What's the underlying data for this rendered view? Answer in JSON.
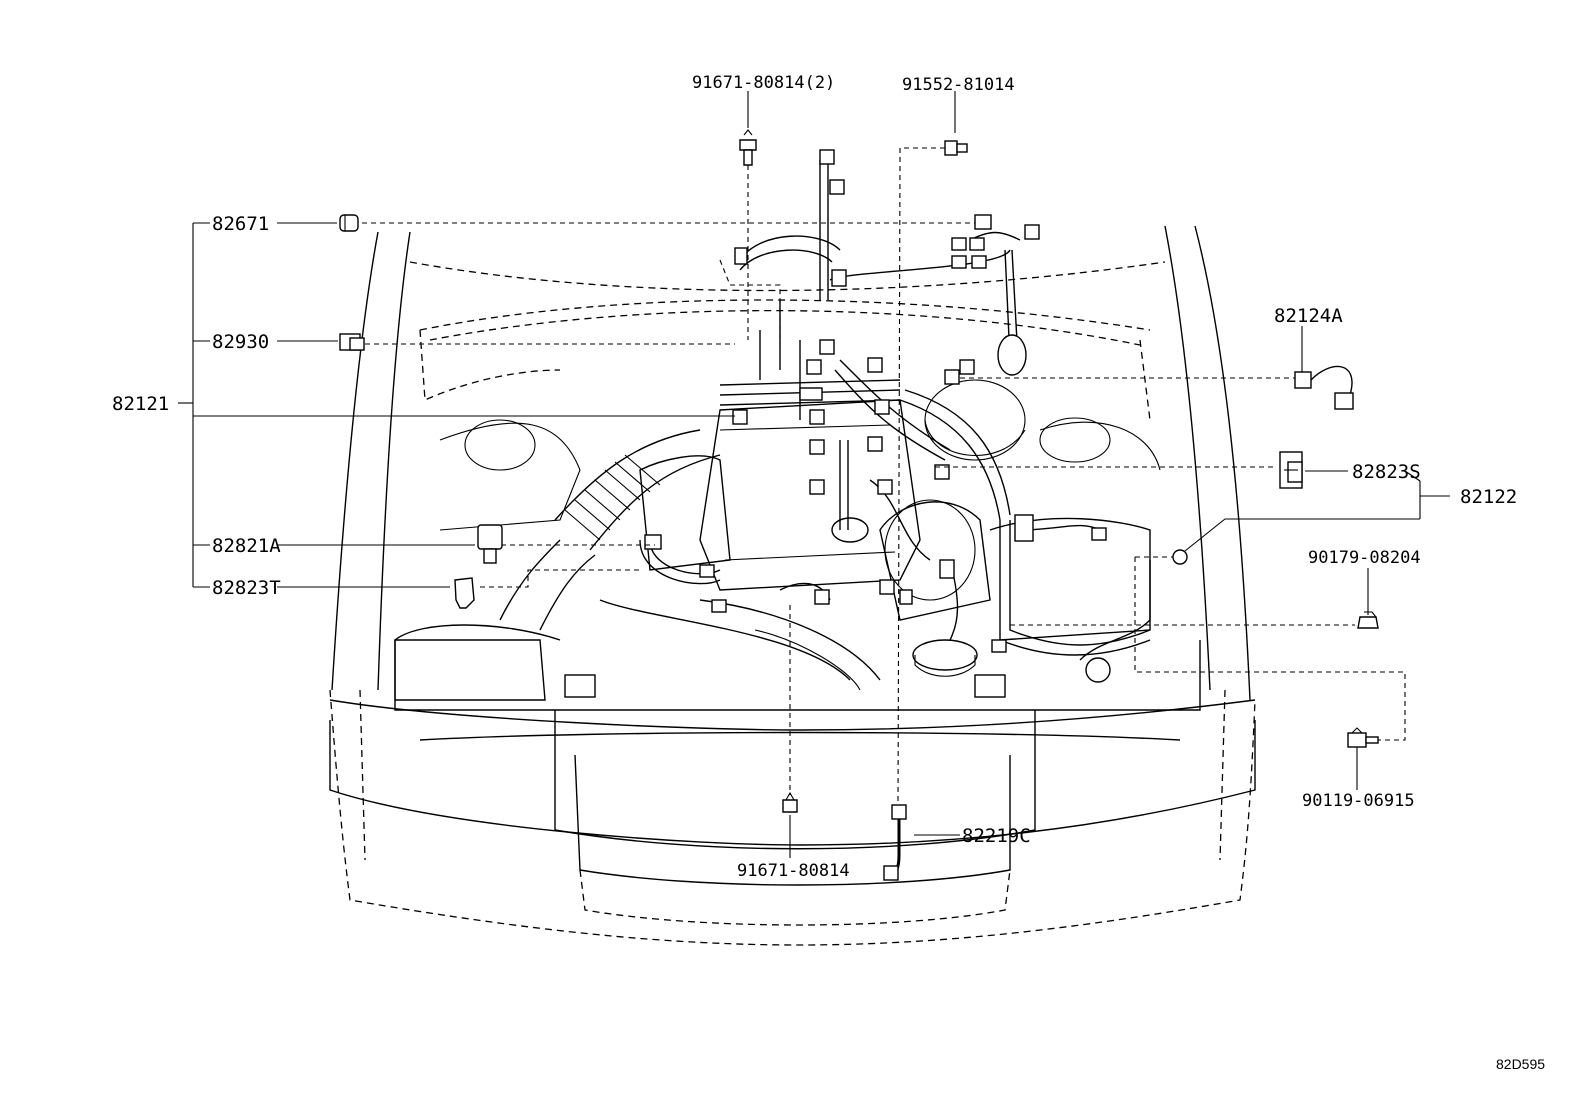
{
  "labels": {
    "p82671": "82671",
    "p82930": "82930",
    "p82121": "82121",
    "p82821A": "82821A",
    "p82823T": "82823T",
    "p91671_80814_2": "91671-80814(2)",
    "p91552_81014": "91552-81014",
    "p82124A": "82124A",
    "p82823S": "82823S",
    "p82122": "82122",
    "p90179_08204": "90179-08204",
    "p90119_06915": "90119-06915",
    "p82219C": "82219C",
    "p91671_80814": "91671-80814"
  },
  "diagram_ref": "82D595"
}
